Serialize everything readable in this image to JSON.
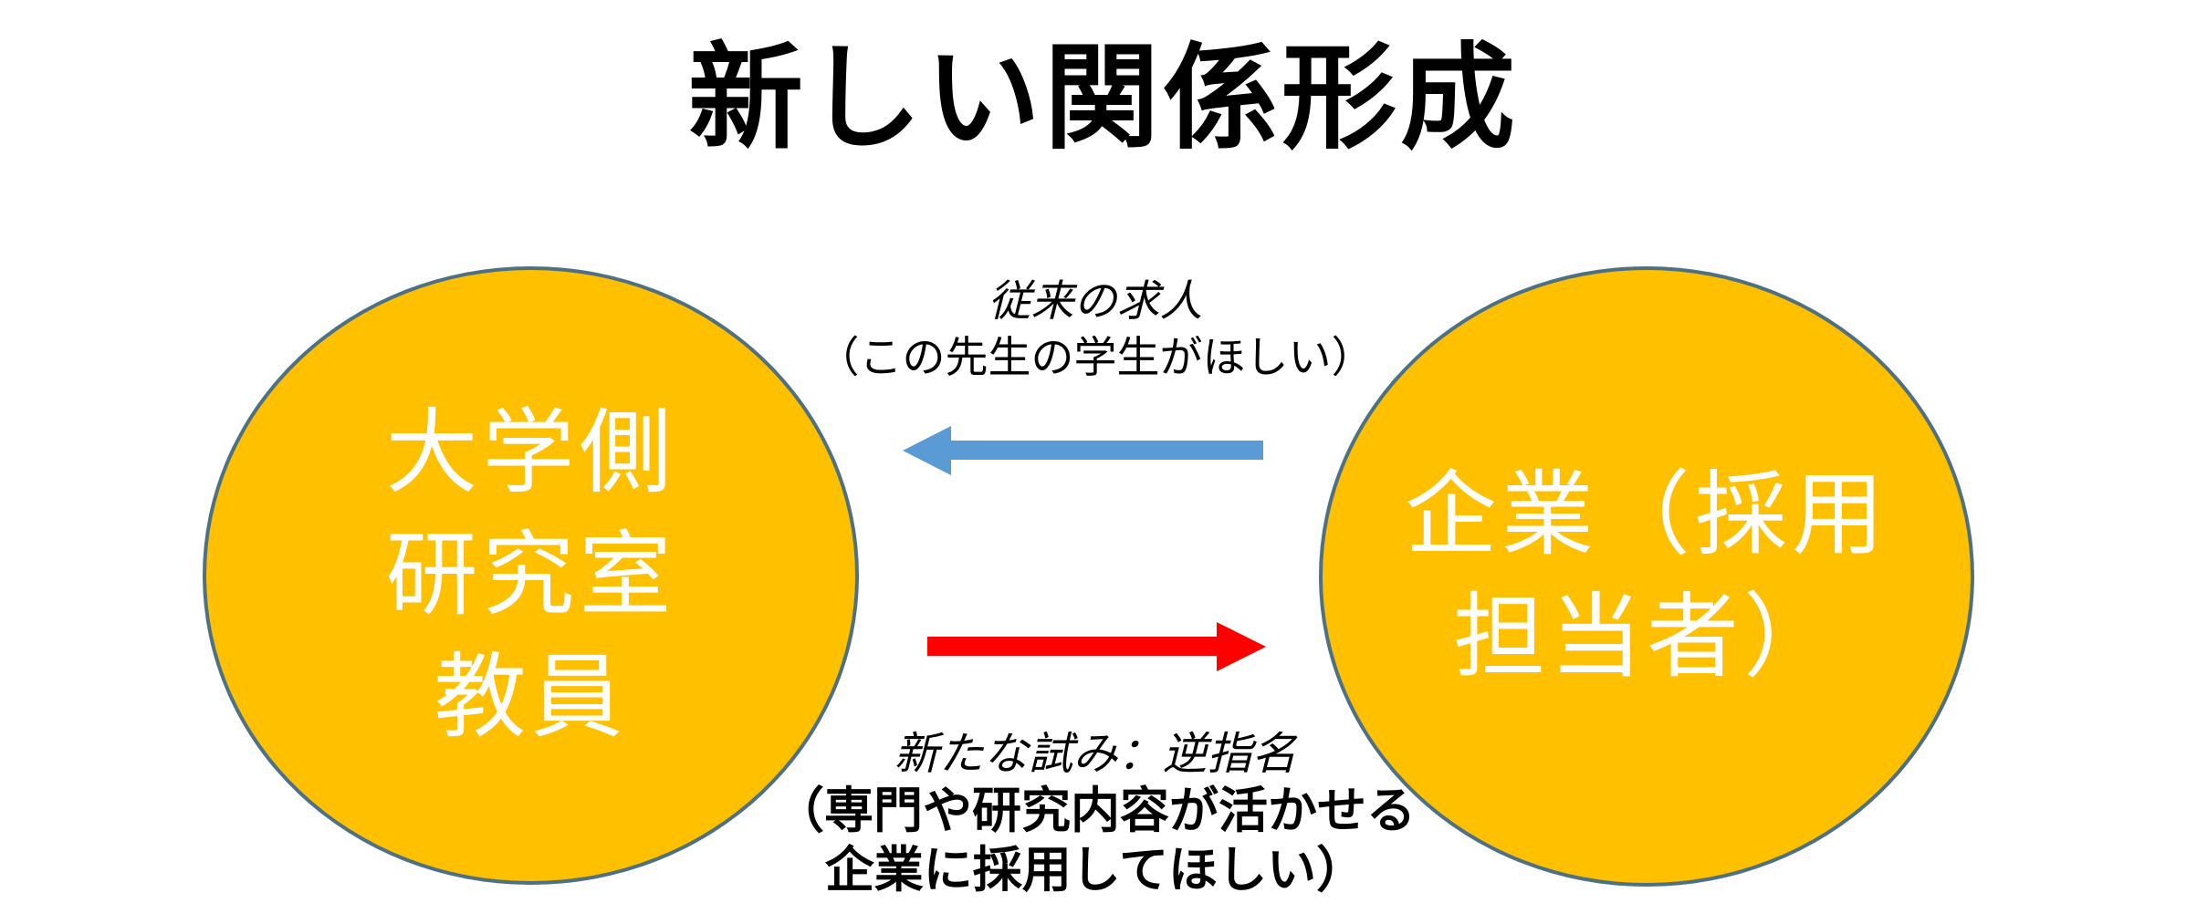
{
  "title": "新しい関係形成",
  "left_circle": {
    "role": "university",
    "lines": [
      "大学側",
      "研究室",
      "教員"
    ]
  },
  "right_circle": {
    "role": "company",
    "lines": [
      "企業（採用",
      "担当者）"
    ]
  },
  "top_flow": {
    "label_line1": "従来の求人",
    "label_line2": "（この先生の学生がほしい）",
    "arrow_direction": "left",
    "arrow_color": "#5B9BD5"
  },
  "bottom_flow": {
    "label_line1": "新たな試み：逆指名",
    "label_line2": "（専門や研究内容が活かせる",
    "label_line3": "企業に採用してほしい）",
    "arrow_direction": "right",
    "arrow_color": "#FF0000"
  },
  "colors": {
    "circle_fill": "#FFC000",
    "circle_border": "#4E7083",
    "blue_arrow": "#5B9BD5",
    "red_arrow": "#FF0000",
    "title_text": "#000000",
    "circle_text": "#FFFFFF"
  }
}
